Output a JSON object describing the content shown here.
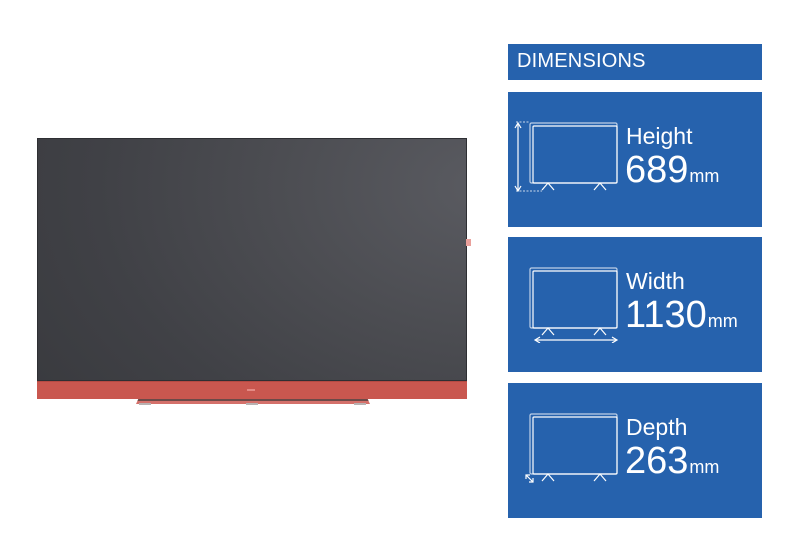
{
  "product": {
    "name": "television",
    "bar_color": "#c9574f",
    "screen_color": "#4a4b50"
  },
  "dimensions": {
    "header": "DIMENSIONS",
    "panel_color": "#2662ad",
    "items": [
      {
        "label": "Height",
        "value": "689",
        "unit": "mm",
        "icon": "tv-height-icon"
      },
      {
        "label": "Width",
        "value": "1130",
        "unit": "mm",
        "icon": "tv-width-icon"
      },
      {
        "label": "Depth",
        "value": "263",
        "unit": "mm",
        "icon": "tv-depth-icon"
      }
    ]
  }
}
